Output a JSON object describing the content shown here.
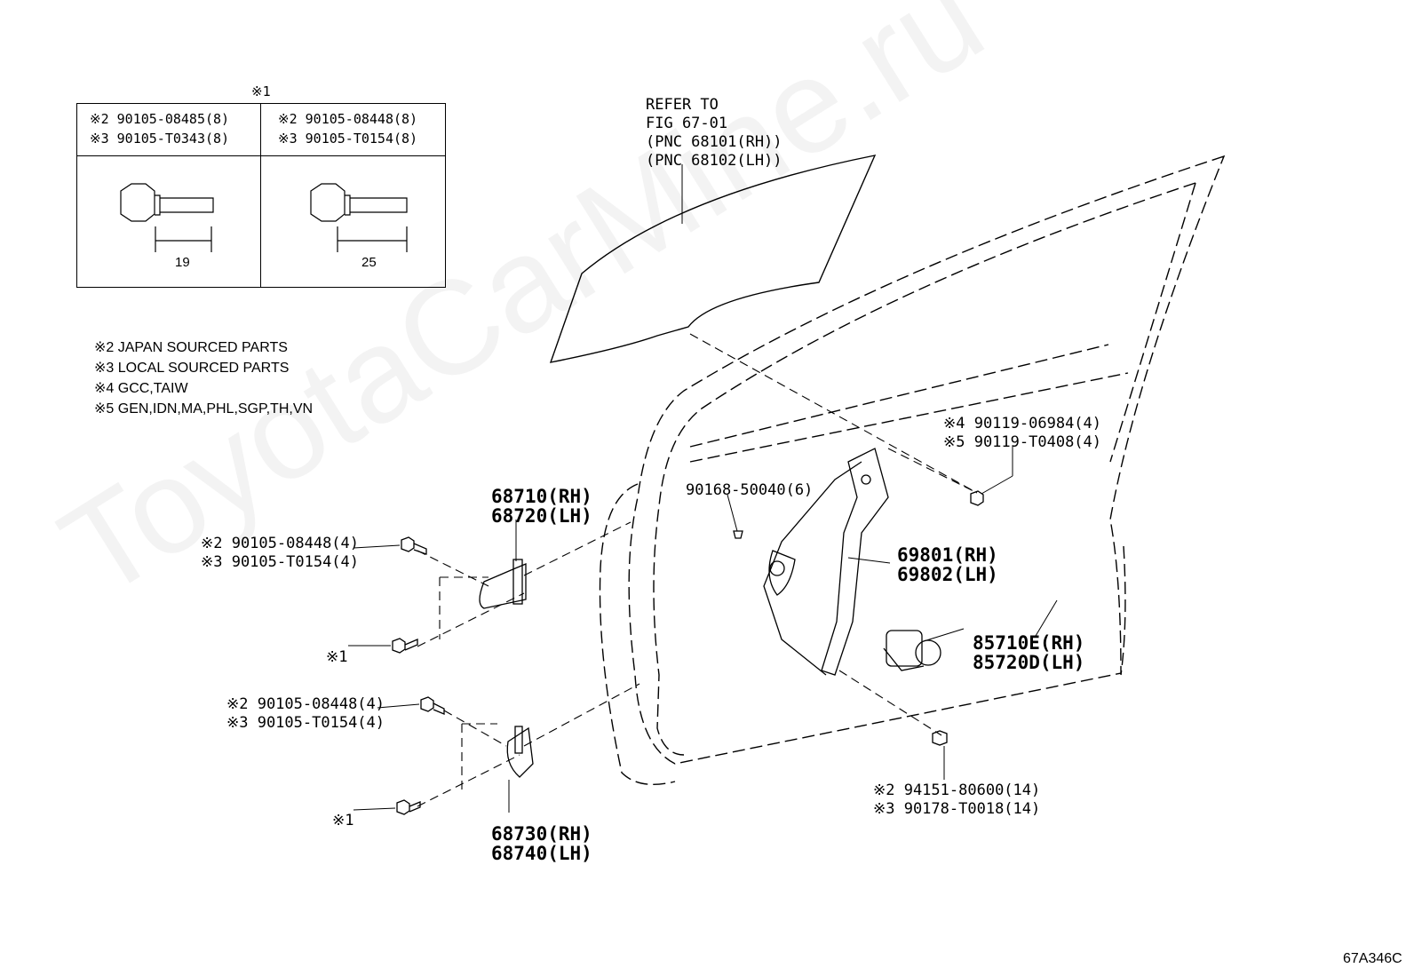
{
  "watermark": "ToyotaCarMine.ru",
  "figure_code": "67A346C",
  "table": {
    "header": "※1",
    "left": {
      "line1": "※2 90105-08485(8)",
      "line2": "※3 90105-T0343(8)",
      "dimension": "19"
    },
    "right": {
      "line1": "※2 90105-08448(8)",
      "line2": "※3 90105-T0154(8)",
      "dimension": "25"
    }
  },
  "legend": [
    "※2 JAPAN SOURCED PARTS",
    "※3 LOCAL SOURCED PARTS",
    "※4 GCC,TAIW",
    "※5 GEN,IDN,MA,PHL,SGP,TH,VN"
  ],
  "refer": [
    "REFER TO",
    "FIG 67-01",
    "(PNC 68101(RH))",
    "(PNC 68102(LH))"
  ],
  "labels": {
    "upper_hinge": [
      "68710(RH)",
      "68720(LH)"
    ],
    "lower_hinge": [
      "68730(RH)",
      "68740(LH)"
    ],
    "regulator": [
      "69801(RH)",
      "69802(LH)"
    ],
    "motor": [
      "85710E(RH)",
      "85720D(LH)"
    ],
    "clip": "90168-50040(6)",
    "upper_bolt": [
      "※4 90119-06984(4)",
      "※5 90119-T0408(4)"
    ],
    "nut": [
      "※2 94151-80600(14)",
      "※3 90178-T0018(14)"
    ],
    "hinge_bolt_upper": [
      "※2 90105-08448(4)",
      "※3 90105-T0154(4)"
    ],
    "hinge_bolt_lower": [
      "※2 90105-08448(4)",
      "※3 90105-T0154(4)"
    ],
    "ref1_upper": "※1",
    "ref1_lower": "※1"
  }
}
